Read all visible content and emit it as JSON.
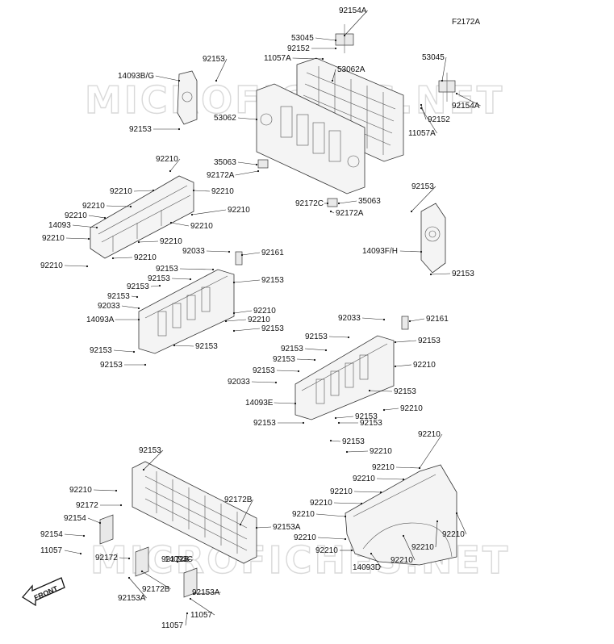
{
  "diagram_id": "F2172A",
  "watermark": "MICROFICHES.NET",
  "front_label": "FRONT",
  "labels": [
    "92154A",
    "53045",
    "92152",
    "11057A",
    "53062A",
    "92153",
    "14093B/G",
    "92153",
    "53045",
    "92154A",
    "92152",
    "11057A",
    "53062",
    "92210",
    "35063",
    "92172A",
    "92210",
    "92210",
    "92210",
    "92210",
    "92210",
    "14093",
    "92210",
    "92210",
    "92210",
    "92210",
    "92210",
    "92172C",
    "35063",
    "92172A",
    "92153",
    "14093F/H",
    "92153",
    "92033",
    "92161",
    "92153",
    "92153",
    "92153",
    "92153",
    "92153",
    "92033",
    "92210",
    "14093A",
    "92210",
    "92153",
    "92153",
    "92153",
    "92153",
    "92033",
    "92161",
    "92153",
    "92153",
    "92153",
    "92153",
    "92153",
    "92210",
    "92033",
    "92153",
    "14093E",
    "92153",
    "92210",
    "92153",
    "92153",
    "92153",
    "92210",
    "92153",
    "92210",
    "92172",
    "92154",
    "92154",
    "11057",
    "92172B",
    "92153A",
    "92172",
    "14093C",
    "92172B",
    "92172B",
    "11057",
    "92153A",
    "11057",
    "92153A",
    "92210",
    "92210",
    "92210",
    "92210",
    "92210",
    "92210",
    "92210",
    "92210",
    "92210",
    "14093D",
    "92210",
    "92210"
  ]
}
